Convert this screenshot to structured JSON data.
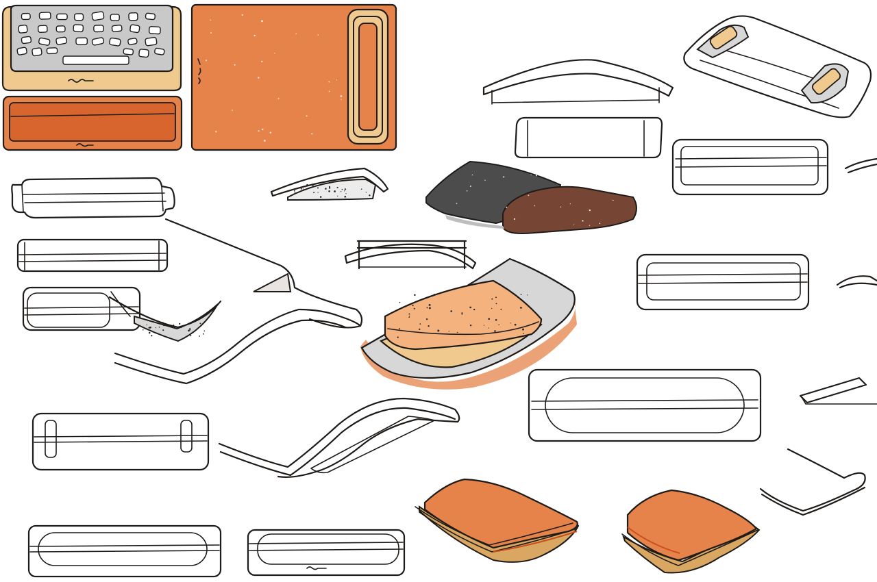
{
  "canvas": {
    "background": "#ffffff"
  },
  "palette": {
    "orange": "#e5834a",
    "orange_dark": "#d8652e",
    "orange_pale": "#f4b27f",
    "tan": "#f0c98e",
    "tan_dark": "#d9a761",
    "gray": "#c9c9c9",
    "gray_light": "#dadada",
    "charcoal": "#4d4c4c",
    "brown": "#774534",
    "ink": "#1e1b19"
  },
  "sketches": [
    {
      "name": "keyboard-sleeve-sketch",
      "subject": "keyboard-icon"
    },
    {
      "name": "orange-pad-sketch",
      "subject": "wrist-pad-icon"
    },
    {
      "name": "tablet-sleeve-sketch",
      "subject": "sleeve-icon"
    },
    {
      "name": "folded-wallet-sketch",
      "subject": "wallet-icon"
    },
    {
      "name": "laptop-stand-sketch",
      "subject": "stand-icon"
    }
  ]
}
